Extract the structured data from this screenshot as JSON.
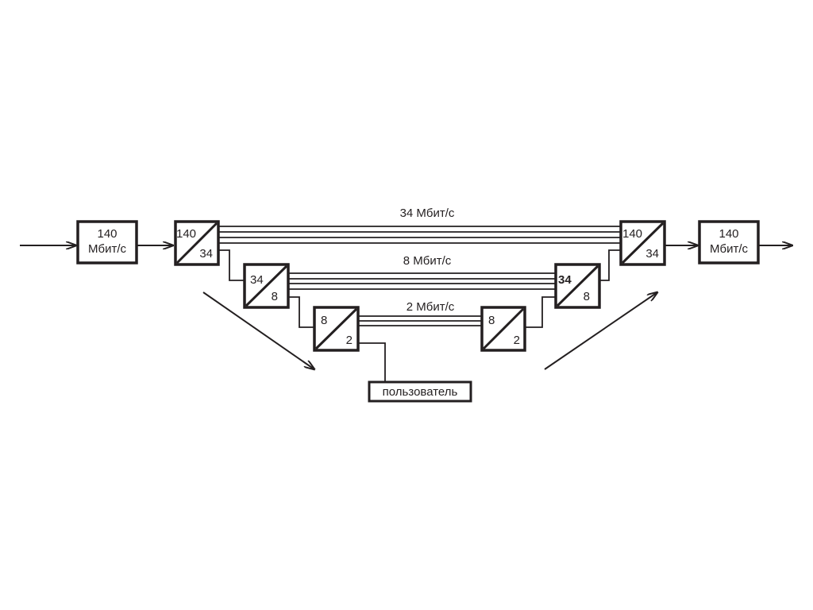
{
  "rates": {
    "r34": "34 Мбит/с",
    "r8": "8 Мбит/с",
    "r2": "2 Мбит/с"
  },
  "in_block": {
    "line1": "140",
    "line2": "Мбит/с"
  },
  "out_block": {
    "line1": "140",
    "line2": "Мбит/с"
  },
  "mux_140_34_left": {
    "top": "140",
    "bottom": "34"
  },
  "mux_34_8_left": {
    "top": "34",
    "bottom": "8"
  },
  "mux_8_2_left": {
    "top": "8",
    "bottom": "2"
  },
  "mux_8_2_right": {
    "top": "8",
    "bottom": "2"
  },
  "mux_34_8_right": {
    "top": "34",
    "bottom": "8"
  },
  "mux_140_34_right": {
    "top": "140",
    "bottom": "34"
  },
  "user": {
    "label": "пользователь"
  }
}
